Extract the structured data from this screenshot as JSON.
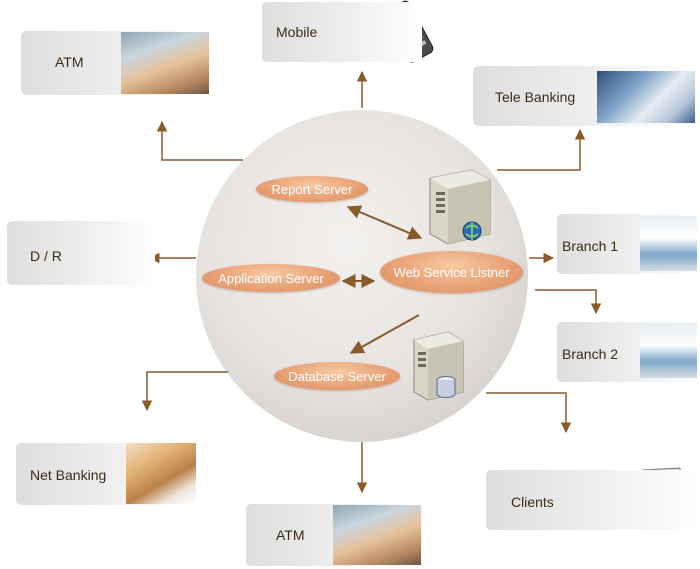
{
  "center_nodes": {
    "report_server": "Report Server",
    "application_server": "Application Server",
    "web_service_listener": "Web Service Listner",
    "database_server": "Database Server"
  },
  "channels": {
    "mobile": "Mobile",
    "atm_top": "ATM",
    "tele_banking": "Tele Banking",
    "dr": "D / R",
    "branch_1": "Branch 1",
    "branch_2": "Branch 2",
    "net_banking": "Net Banking",
    "clients": "Clients",
    "atm_bottom": "ATM"
  },
  "icons": [
    "server-icon",
    "database-icon",
    "mobile-phone-icon",
    "atm-photo-icon",
    "tele-banking-photo-icon",
    "branch-kiosk-icon",
    "typing-hands-icon",
    "user-icon",
    "computer-icon"
  ],
  "colors": {
    "arrow": "#8a5a2b",
    "pill": "#e9a277",
    "circle": "#e6e2df"
  }
}
